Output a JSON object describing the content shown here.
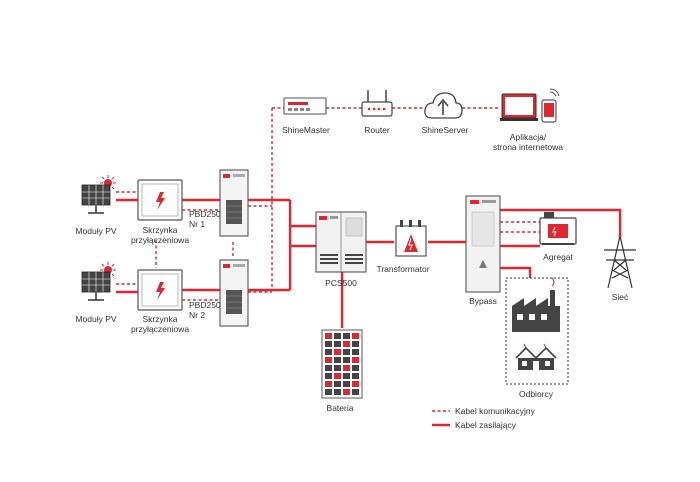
{
  "labels": {
    "pv1": "Moduły PV",
    "pv2": "Moduły PV",
    "box1_line1": "Skrzynka",
    "box1_line2": "przyłączeniowa",
    "box2_line1": "Skrzynka",
    "box2_line2": "przyłączeniowa",
    "pbd1_line1": "PBD250",
    "pbd1_line2": "Nr 1",
    "pbd2_line1": "PBD250",
    "pbd2_line2": "Nr 2",
    "shinemaster": "ShineMaster",
    "router": "Router",
    "shineserver": "ShineServer",
    "app_line1": "Aplikacja/",
    "app_line2": "strona internetowa",
    "pcs": "PCS500",
    "transformer": "Transformator",
    "battery": "Bateria",
    "bypass": "Bypass",
    "generator": "Agregat",
    "grid": "Sieć",
    "loads": "Odbiorcy"
  },
  "legend": {
    "comm": "Kabel komunikacyjny",
    "power": "Kabel zasilający"
  },
  "colors": {
    "power_line": "#e0262f",
    "comm_line": "#e0262f",
    "device_stroke": "#555555",
    "accent": "#d9232d"
  }
}
